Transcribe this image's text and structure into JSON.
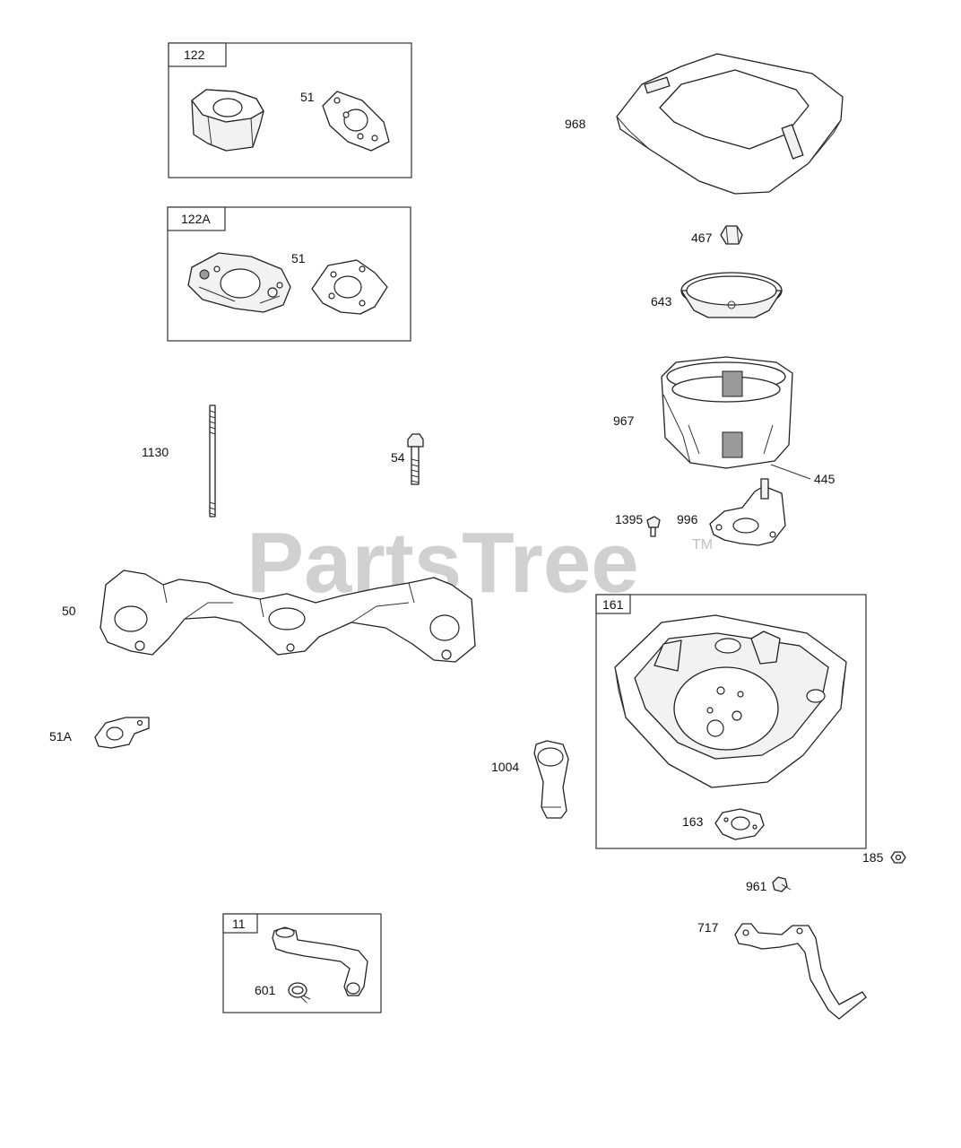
{
  "watermark": {
    "text": "PartsTree",
    "trademark": "TM"
  },
  "callouts": {
    "p122": "122",
    "p51_a": "51",
    "p122A": "122A",
    "p51_b": "51",
    "p1130": "1130",
    "p54": "54",
    "p50": "50",
    "p51A": "51A",
    "p11": "11",
    "p601": "601",
    "p968": "968",
    "p467": "467",
    "p643": "643",
    "p967": "967",
    "p445": "445",
    "p1395": "1395",
    "p996": "996",
    "p161": "161",
    "p163": "163",
    "p1004": "1004",
    "p185": "185",
    "p961": "961",
    "p717": "717"
  }
}
